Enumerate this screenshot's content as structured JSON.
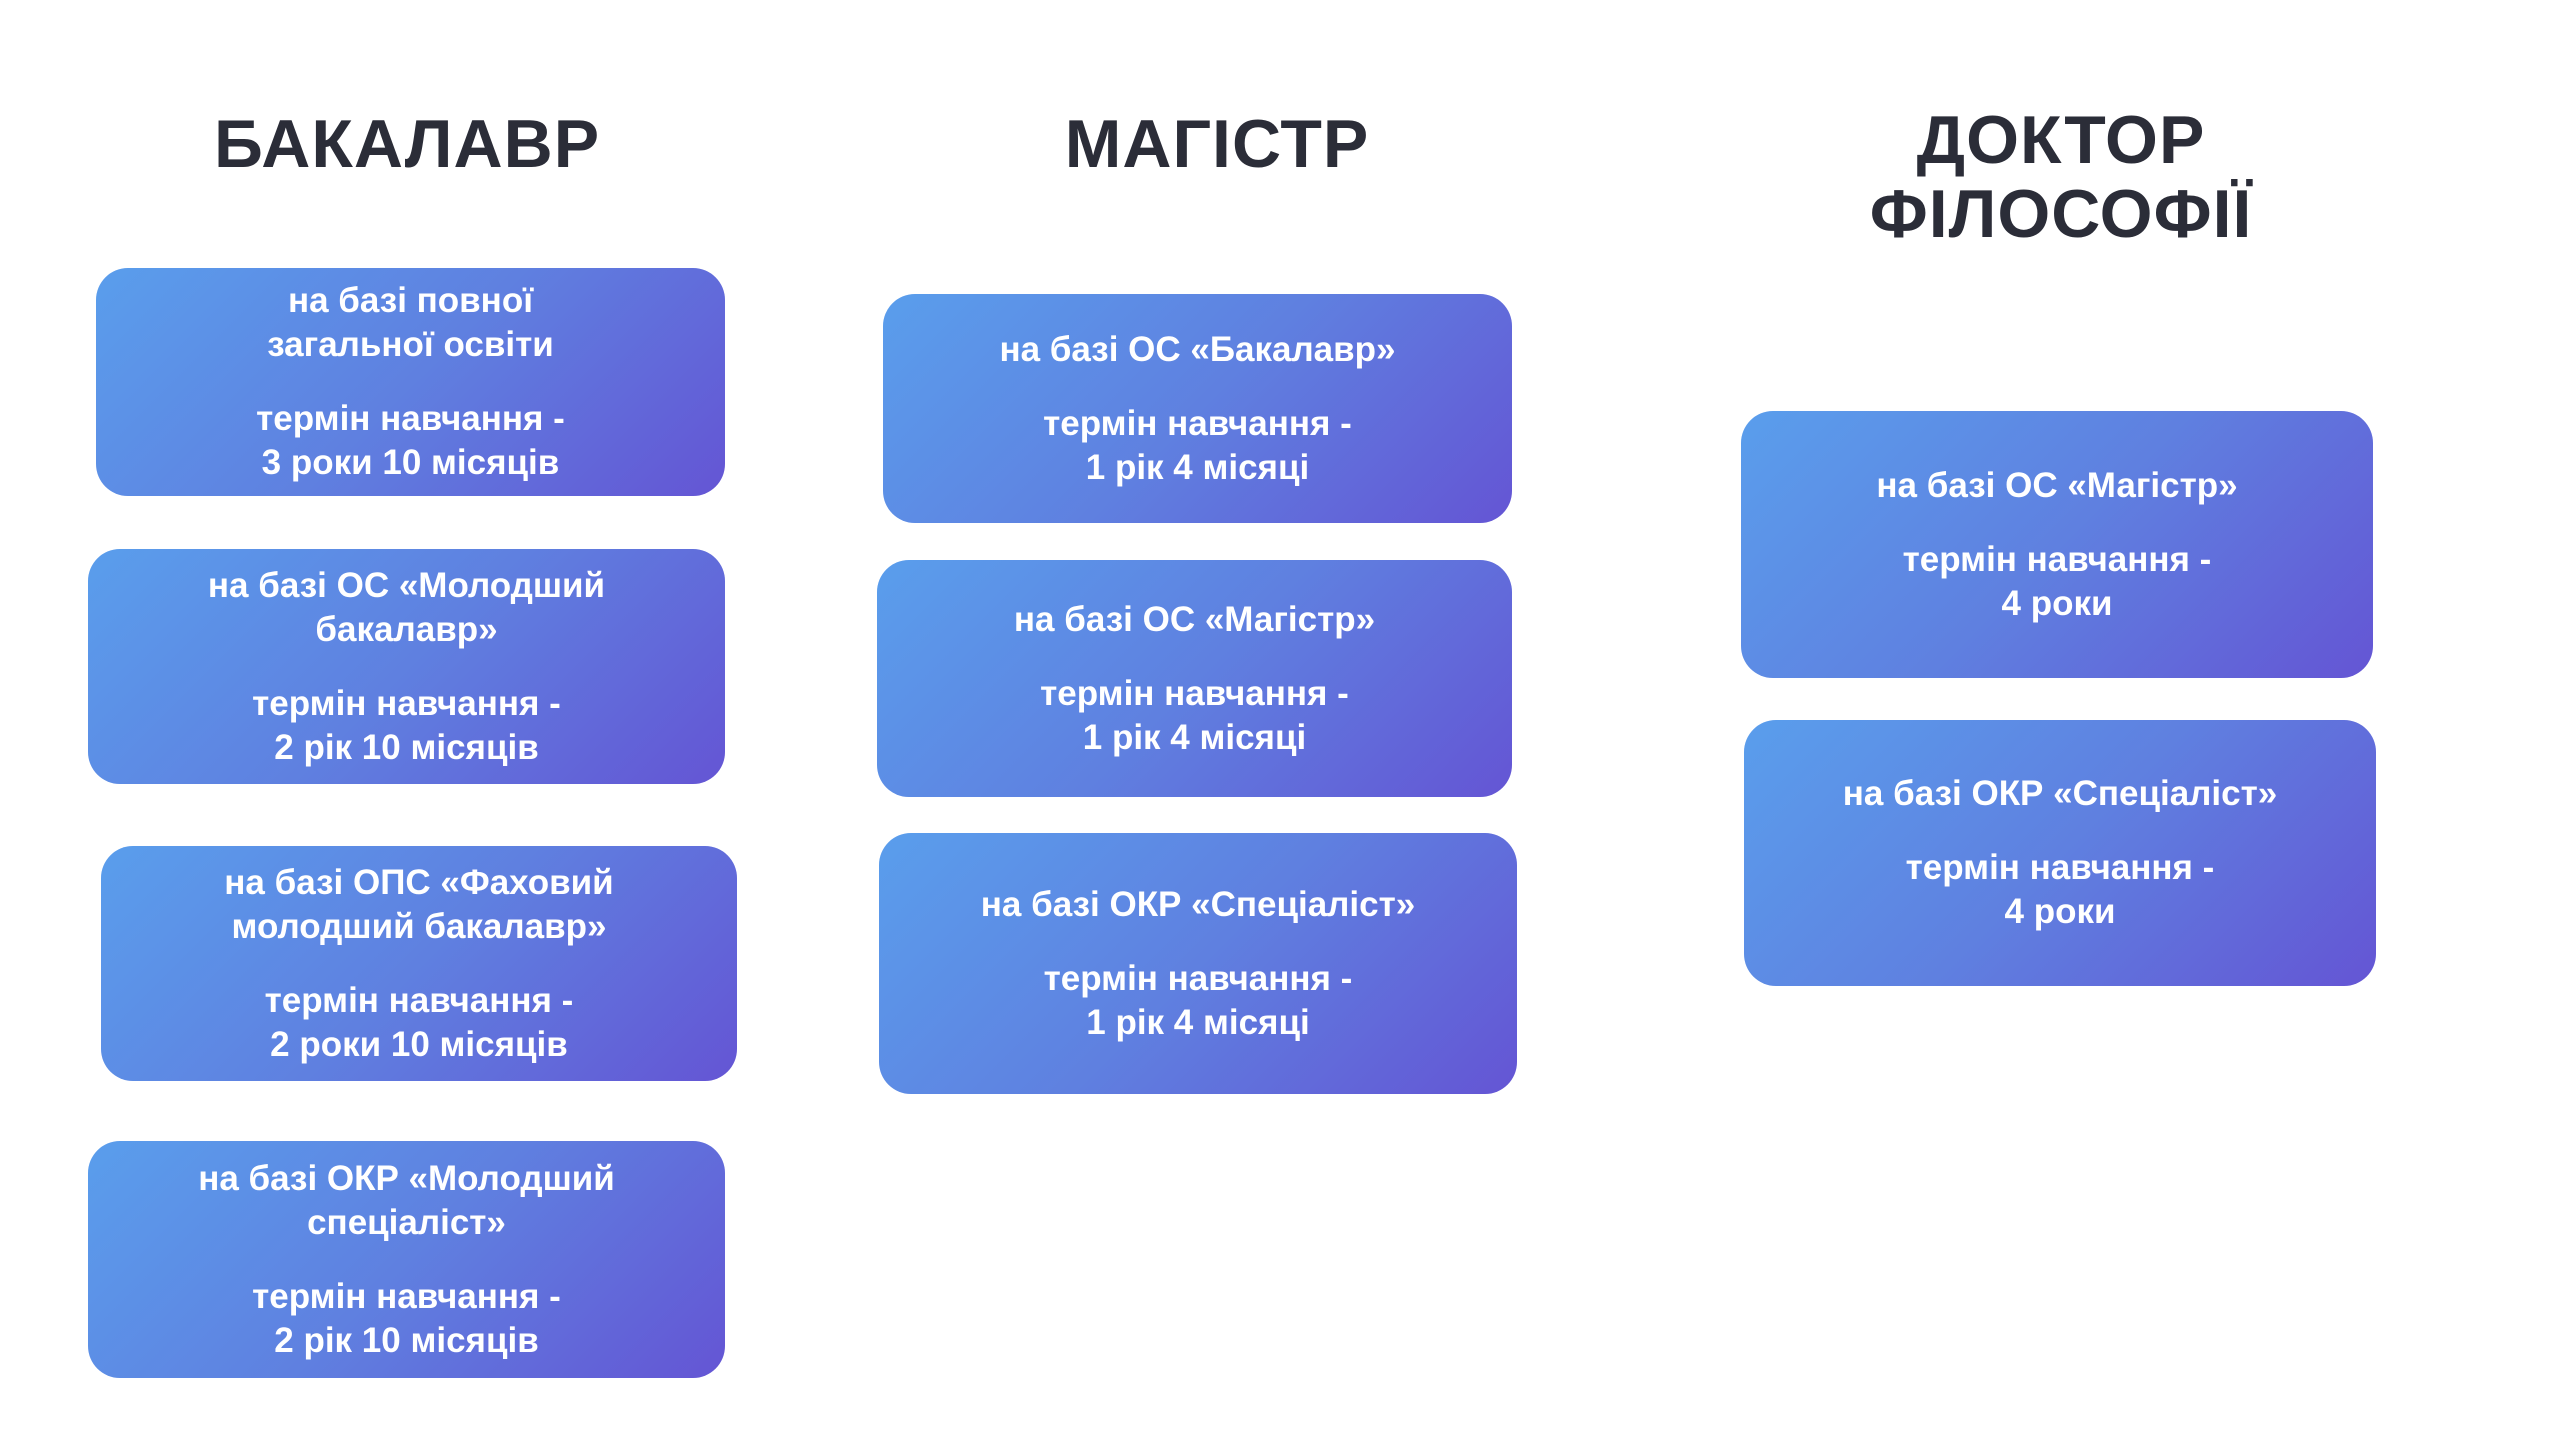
{
  "columns": [
    {
      "title": "БАКАЛАВР",
      "cards": [
        {
          "base": "на базі повної\nзагальної освіти",
          "term": "термін навчання -\n3 роки 10 місяців"
        },
        {
          "base": "на базі ОС «Молодший\nбакалавр»",
          "term": "термін навчання -\n2 рік 10 місяців"
        },
        {
          "base": "на базі ОПС «Фаховий\nмолодший бакалавр»",
          "term": "термін навчання -\n2 роки 10 місяців"
        },
        {
          "base": "на базі ОКР «Молодший\nспеціаліст»",
          "term": "термін навчання -\n2 рік 10 місяців"
        }
      ]
    },
    {
      "title": "МАГІСТР",
      "cards": [
        {
          "base": "на базі ОС «Бакалавр»",
          "term": "термін навчання -\n1 рік 4 місяці"
        },
        {
          "base": "на базі ОС «Магістр»",
          "term": "термін навчання -\n1 рік 4 місяці"
        },
        {
          "base": "на базі ОКР «Спеціаліст»",
          "term": "термін навчання -\n1 рік 4 місяці"
        }
      ]
    },
    {
      "title_line1": "ДОКТОР",
      "title_line2": "ФІЛОСОФІЇ",
      "cards": [
        {
          "base": "на базі ОС «Магістр»",
          "term": "термін навчання -\n4 роки"
        },
        {
          "base": "на базі ОКР «Спеціаліст»",
          "term": "термін навчання -\n4 роки"
        }
      ]
    }
  ],
  "colors": {
    "heading": "#2b2d38",
    "card_start": "#5a9eec",
    "card_end": "#6455d4",
    "card_text": "#ffffff"
  }
}
